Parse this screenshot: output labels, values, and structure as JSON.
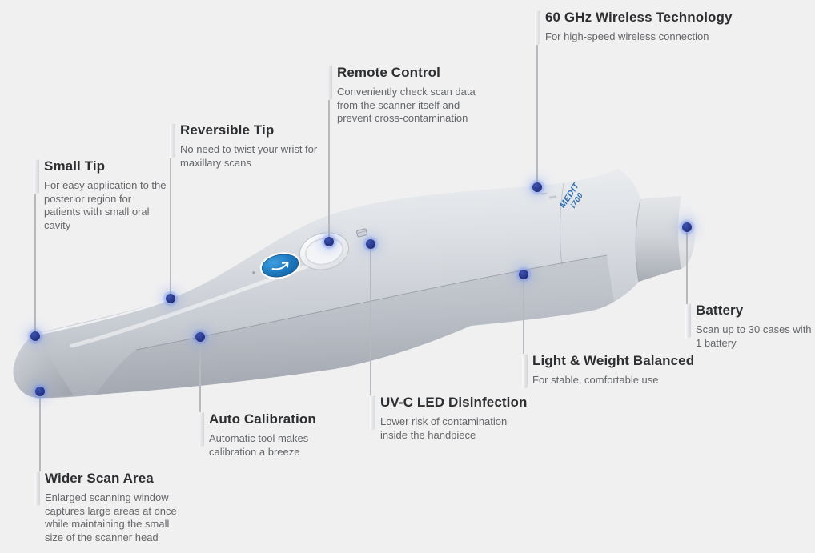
{
  "page": {
    "background_color": "#f0f0f1",
    "type": "product-feature-diagram"
  },
  "device": {
    "name": "wireless intraoral scanner handpiece",
    "brand_line1": "MEDIT",
    "brand_line2": "i700",
    "brand_color": "#2a6db5",
    "button_color": "#1b77bd",
    "marker_dot_color": "#22307f",
    "connector_line_color": "#b6b9be"
  },
  "callouts": [
    {
      "id": "wireless",
      "title": "60 GHz Wireless Technology",
      "description": "For high-speed wireless connection"
    },
    {
      "id": "remote",
      "title": "Remote Control",
      "description": "Conveniently check scan data from the  scanner itself and prevent cross-contamination"
    },
    {
      "id": "reversible",
      "title": "Reversible Tip",
      "description": "No need to twist your wrist for maxillary scans"
    },
    {
      "id": "small_tip",
      "title": "Small Tip",
      "description": "For easy application to the posterior region for patients with small oral cavity"
    },
    {
      "id": "battery",
      "title": "Battery",
      "description": "Scan up to 30 cases with 1 battery"
    },
    {
      "id": "light",
      "title": "Light & Weight Balanced",
      "description": "For stable, comfortable use"
    },
    {
      "id": "uvc",
      "title": "UV-C LED Disinfection",
      "description": "Lower risk of contamination inside the handpiece"
    },
    {
      "id": "auto_cal",
      "title": "Auto Calibration",
      "description": "Automatic tool makes calibration a breeze"
    },
    {
      "id": "wider",
      "title": "Wider Scan Area",
      "description": "Enlarged scanning window captures large areas at once while maintaining the small size of the scanner head"
    }
  ]
}
